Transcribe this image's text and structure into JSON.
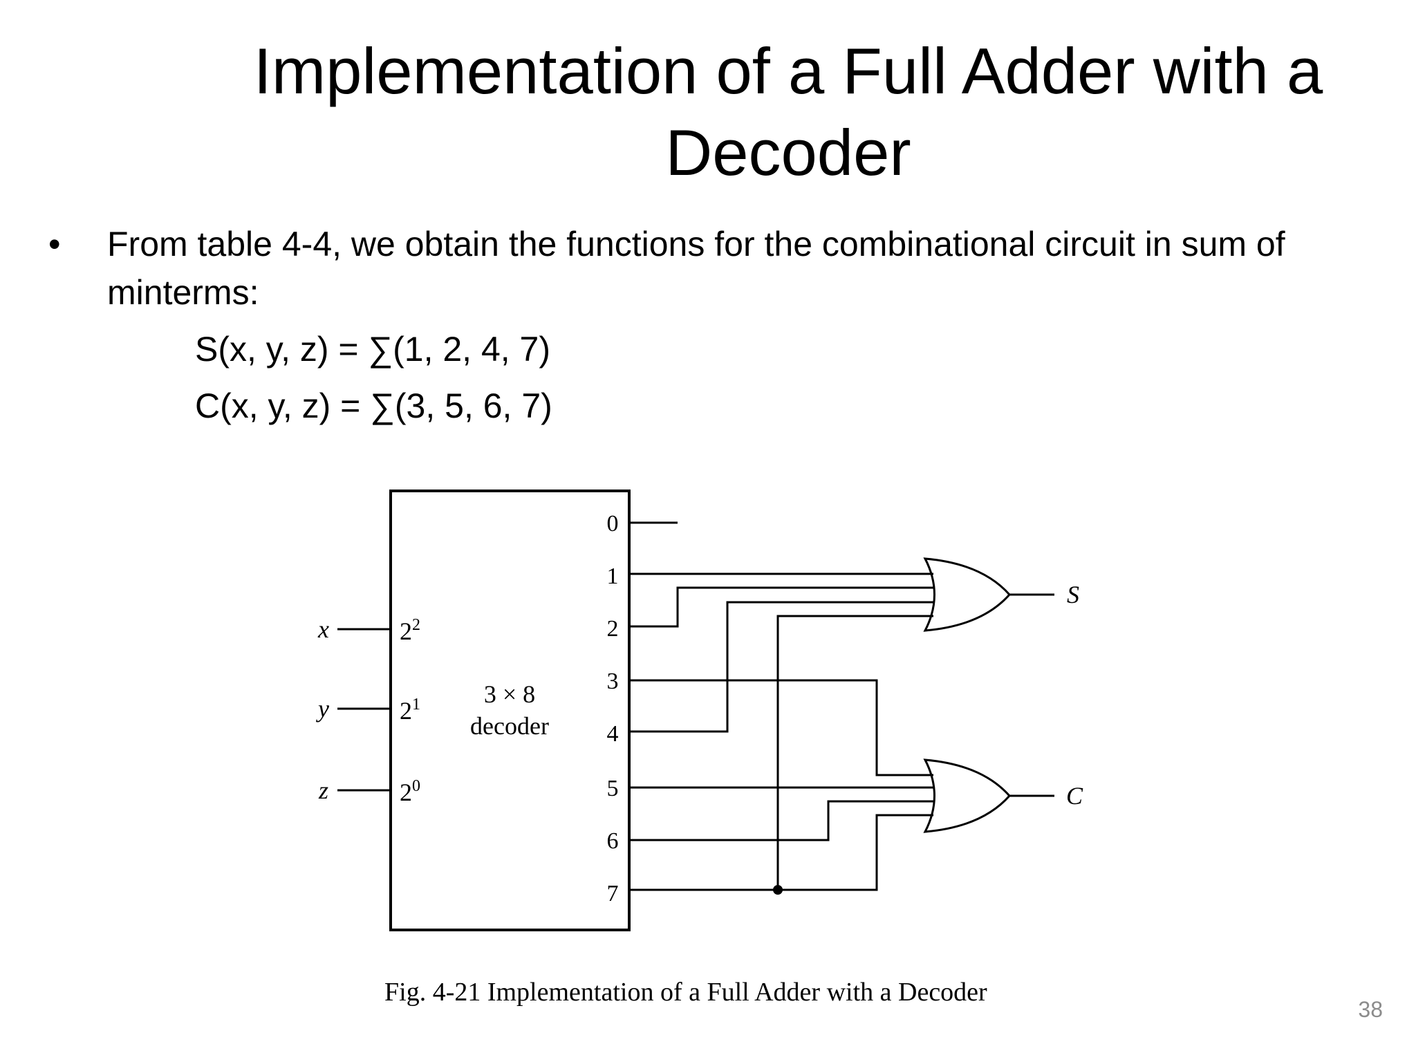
{
  "slide": {
    "title": "Implementation of a Full Adder with a Decoder",
    "bullet_marker": "•",
    "bullet_text": "From table 4-4, we obtain the functions for the combinational circuit in sum of minterms:",
    "eq_s": "S(x, y, z) = ∑(1, 2, 4, 7)",
    "eq_c": "C(x, y, z) = ∑(3, 5, 6, 7)",
    "page_number": "38"
  },
  "diagram": {
    "decoder_label_line1": "3 × 8",
    "decoder_label_line2": "decoder",
    "inputs": [
      {
        "name": "x",
        "port_base": "2",
        "port_exp": "2"
      },
      {
        "name": "y",
        "port_base": "2",
        "port_exp": "1"
      },
      {
        "name": "z",
        "port_base": "2",
        "port_exp": "0"
      }
    ],
    "outputs": [
      "0",
      "1",
      "2",
      "3",
      "4",
      "5",
      "6",
      "7"
    ],
    "gate_outputs": [
      "S",
      "C"
    ],
    "caption": "Fig. 4-21  Implementation of a Full Adder with a Decoder"
  }
}
